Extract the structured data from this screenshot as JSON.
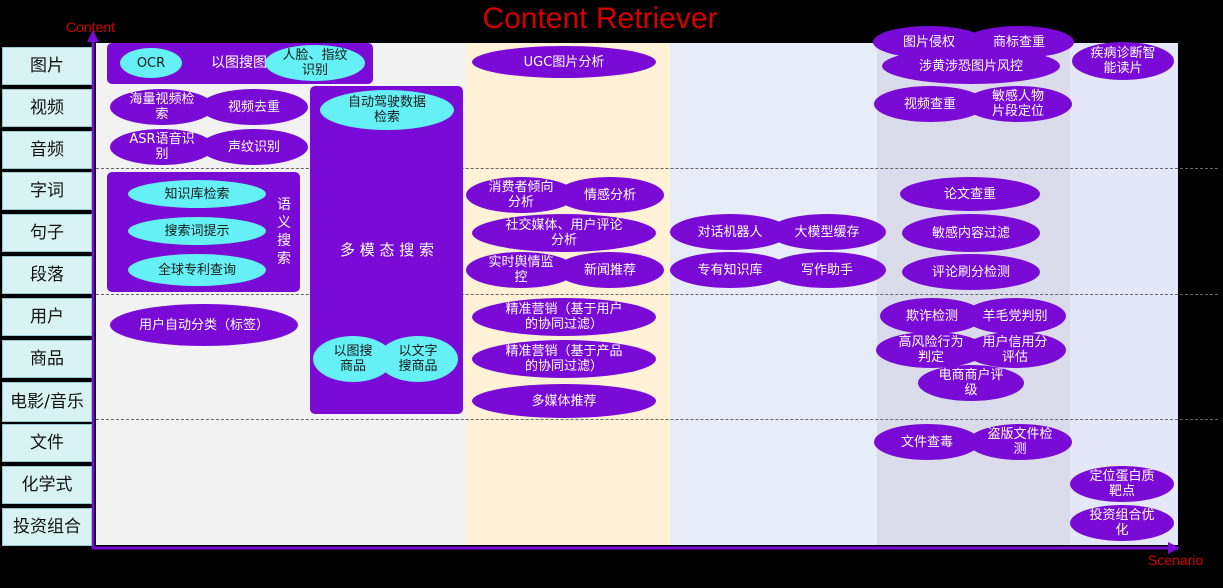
{
  "title": "Content Retriever",
  "y_axis_label": "Content",
  "x_axis_label": "Scenario",
  "colors": {
    "purple": "#7a0ad6",
    "cyan": "#64f0f4",
    "title_red": "#d40000",
    "row_label_bg": "#d9f2f4",
    "band_gray": "#f2f2f2",
    "band_yellow": "#fff1d6",
    "band_blue": "#e6ecf8",
    "band_lavender": "#dadcec",
    "band_periwinkle": "#e3e7f7"
  },
  "rows": [
    "图片",
    "视频",
    "音频",
    "字词",
    "句子",
    "段落",
    "用户",
    "商品",
    "电影/音乐",
    "文件",
    "化学式",
    "投资组合"
  ],
  "nodes": {
    "ocr": "OCR",
    "reverse_image": "以图搜图",
    "face_fingerprint": "人脸、指纹识别",
    "massive_video": "海量视频检索",
    "video_dedup": "视频去重",
    "asr": "ASR语音识别",
    "voiceprint": "声纹识别",
    "autonomous_driving": "自动驾驶数据检索",
    "multimodal_search": "多 模 态 搜 索",
    "knowledge_base": "知识库检索",
    "search_suggest": "搜索词提示",
    "patent_search": "全球专利查询",
    "semantic_search": "语义搜索",
    "user_classify": "用户自动分类（标签）",
    "image_to_product": "以图搜商品",
    "text_to_product": "以文字搜商品",
    "ugc": "UGC图片分析",
    "consumer_pref": "消费者倾向分析",
    "sentiment": "情感分析",
    "social_media": "社交媒体、用户评论分析",
    "public_opinion": "实时舆情监控",
    "news_recommend": "新闻推荐",
    "marketing_user": "精准营销（基于用户的协同过滤）",
    "marketing_item": "精准营销（基于产品的协同过滤）",
    "multimedia_recommend": "多媒体推荐",
    "chatbot": "对话机器人",
    "llm_cache": "大模型缓存",
    "private_kb": "专有知识库",
    "writing_assistant": "写作助手",
    "image_infringement": "图片侵权",
    "trademark_dedup": "商标查重",
    "porn_terror": "涉黄涉恐图片风控",
    "video_dedup_check": "视频查重",
    "sensitive_person": "敏感人物片段定位",
    "paper_dedup": "论文查重",
    "sensitive_filter": "敏感内容过滤",
    "review_fraud": "评论刷分检测",
    "fraud_detection": "欺诈检测",
    "wool_party": "羊毛党判别",
    "high_risk": "高风险行为判定",
    "credit_eval": "用户信用分评估",
    "merchant_rating": "电商商户评级",
    "file_virus": "文件查毒",
    "piracy_detection": "盗版文件检测",
    "disease_diagnosis": "疾病诊断智能读片",
    "protein_target": "定位蛋白质靶点",
    "portfolio_opt": "投资组合优化"
  }
}
